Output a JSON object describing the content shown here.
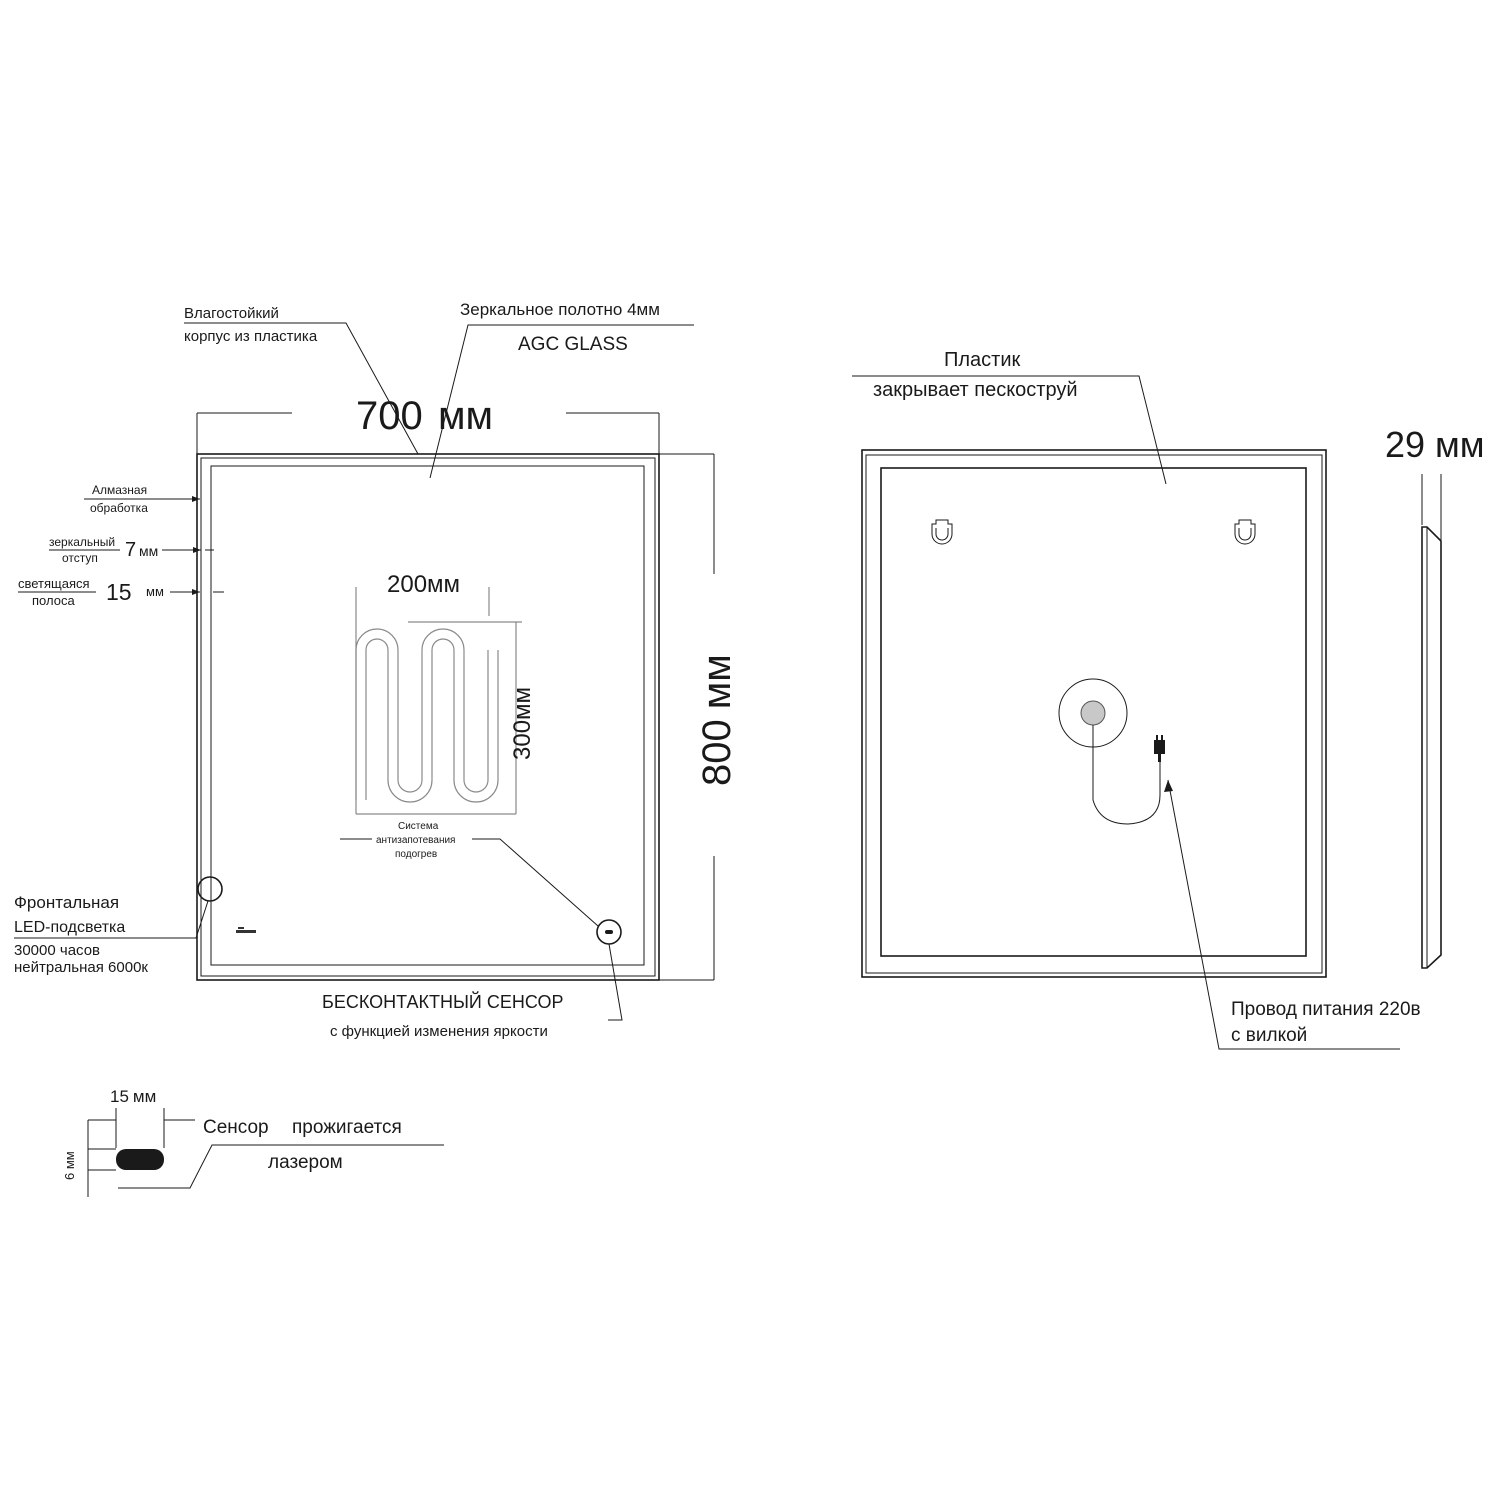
{
  "front": {
    "housing_label_1": "Влагостойкий",
    "housing_label_2": "корпус из пластика",
    "glass_label_1": "Зеркальное  полотно 4мм",
    "glass_label_2": "AGC GLASS",
    "width_value": "700",
    "width_unit": "мм",
    "height_value": "800",
    "height_unit": "мм",
    "diamond_label_1": "Алмазная",
    "diamond_label_2": "обработка",
    "mirror_offset_label_1": "зеркальный",
    "mirror_offset_label_2": "отступ",
    "mirror_offset_value": "7",
    "mirror_offset_unit": "мм",
    "strip_label_1": "светящаяся",
    "strip_label_2": "полоса",
    "strip_value": "15",
    "strip_unit": "мм",
    "heater_width": "200мм",
    "heater_height": "300мм",
    "heater_label_1": "Система",
    "heater_label_2": "антизапотевания",
    "heater_label_3": "подогрев",
    "led_label_1": "Фронтальная",
    "led_label_2": "LED-подсветка",
    "led_label_3": "30000 часов",
    "led_label_4": "нейтральная 6000к",
    "sensor_label_1": "БЕСКОНТАКТНЫЙ СЕНСОР",
    "sensor_label_2": "с функцией изменения яркости"
  },
  "back": {
    "plastic_label_1": "Пластик",
    "plastic_label_2": "закрывает пескоструй",
    "power_label_1": "Провод питания 220в",
    "power_label_2": "с вилкой"
  },
  "side": {
    "depth_value": "29",
    "depth_unit": "мм"
  },
  "sensor_detail": {
    "width_value": "15",
    "width_unit": "мм",
    "height_label": "6 мм",
    "label_1": "Сенсор",
    "label_2": "прожигается",
    "label_3": "лазером"
  }
}
